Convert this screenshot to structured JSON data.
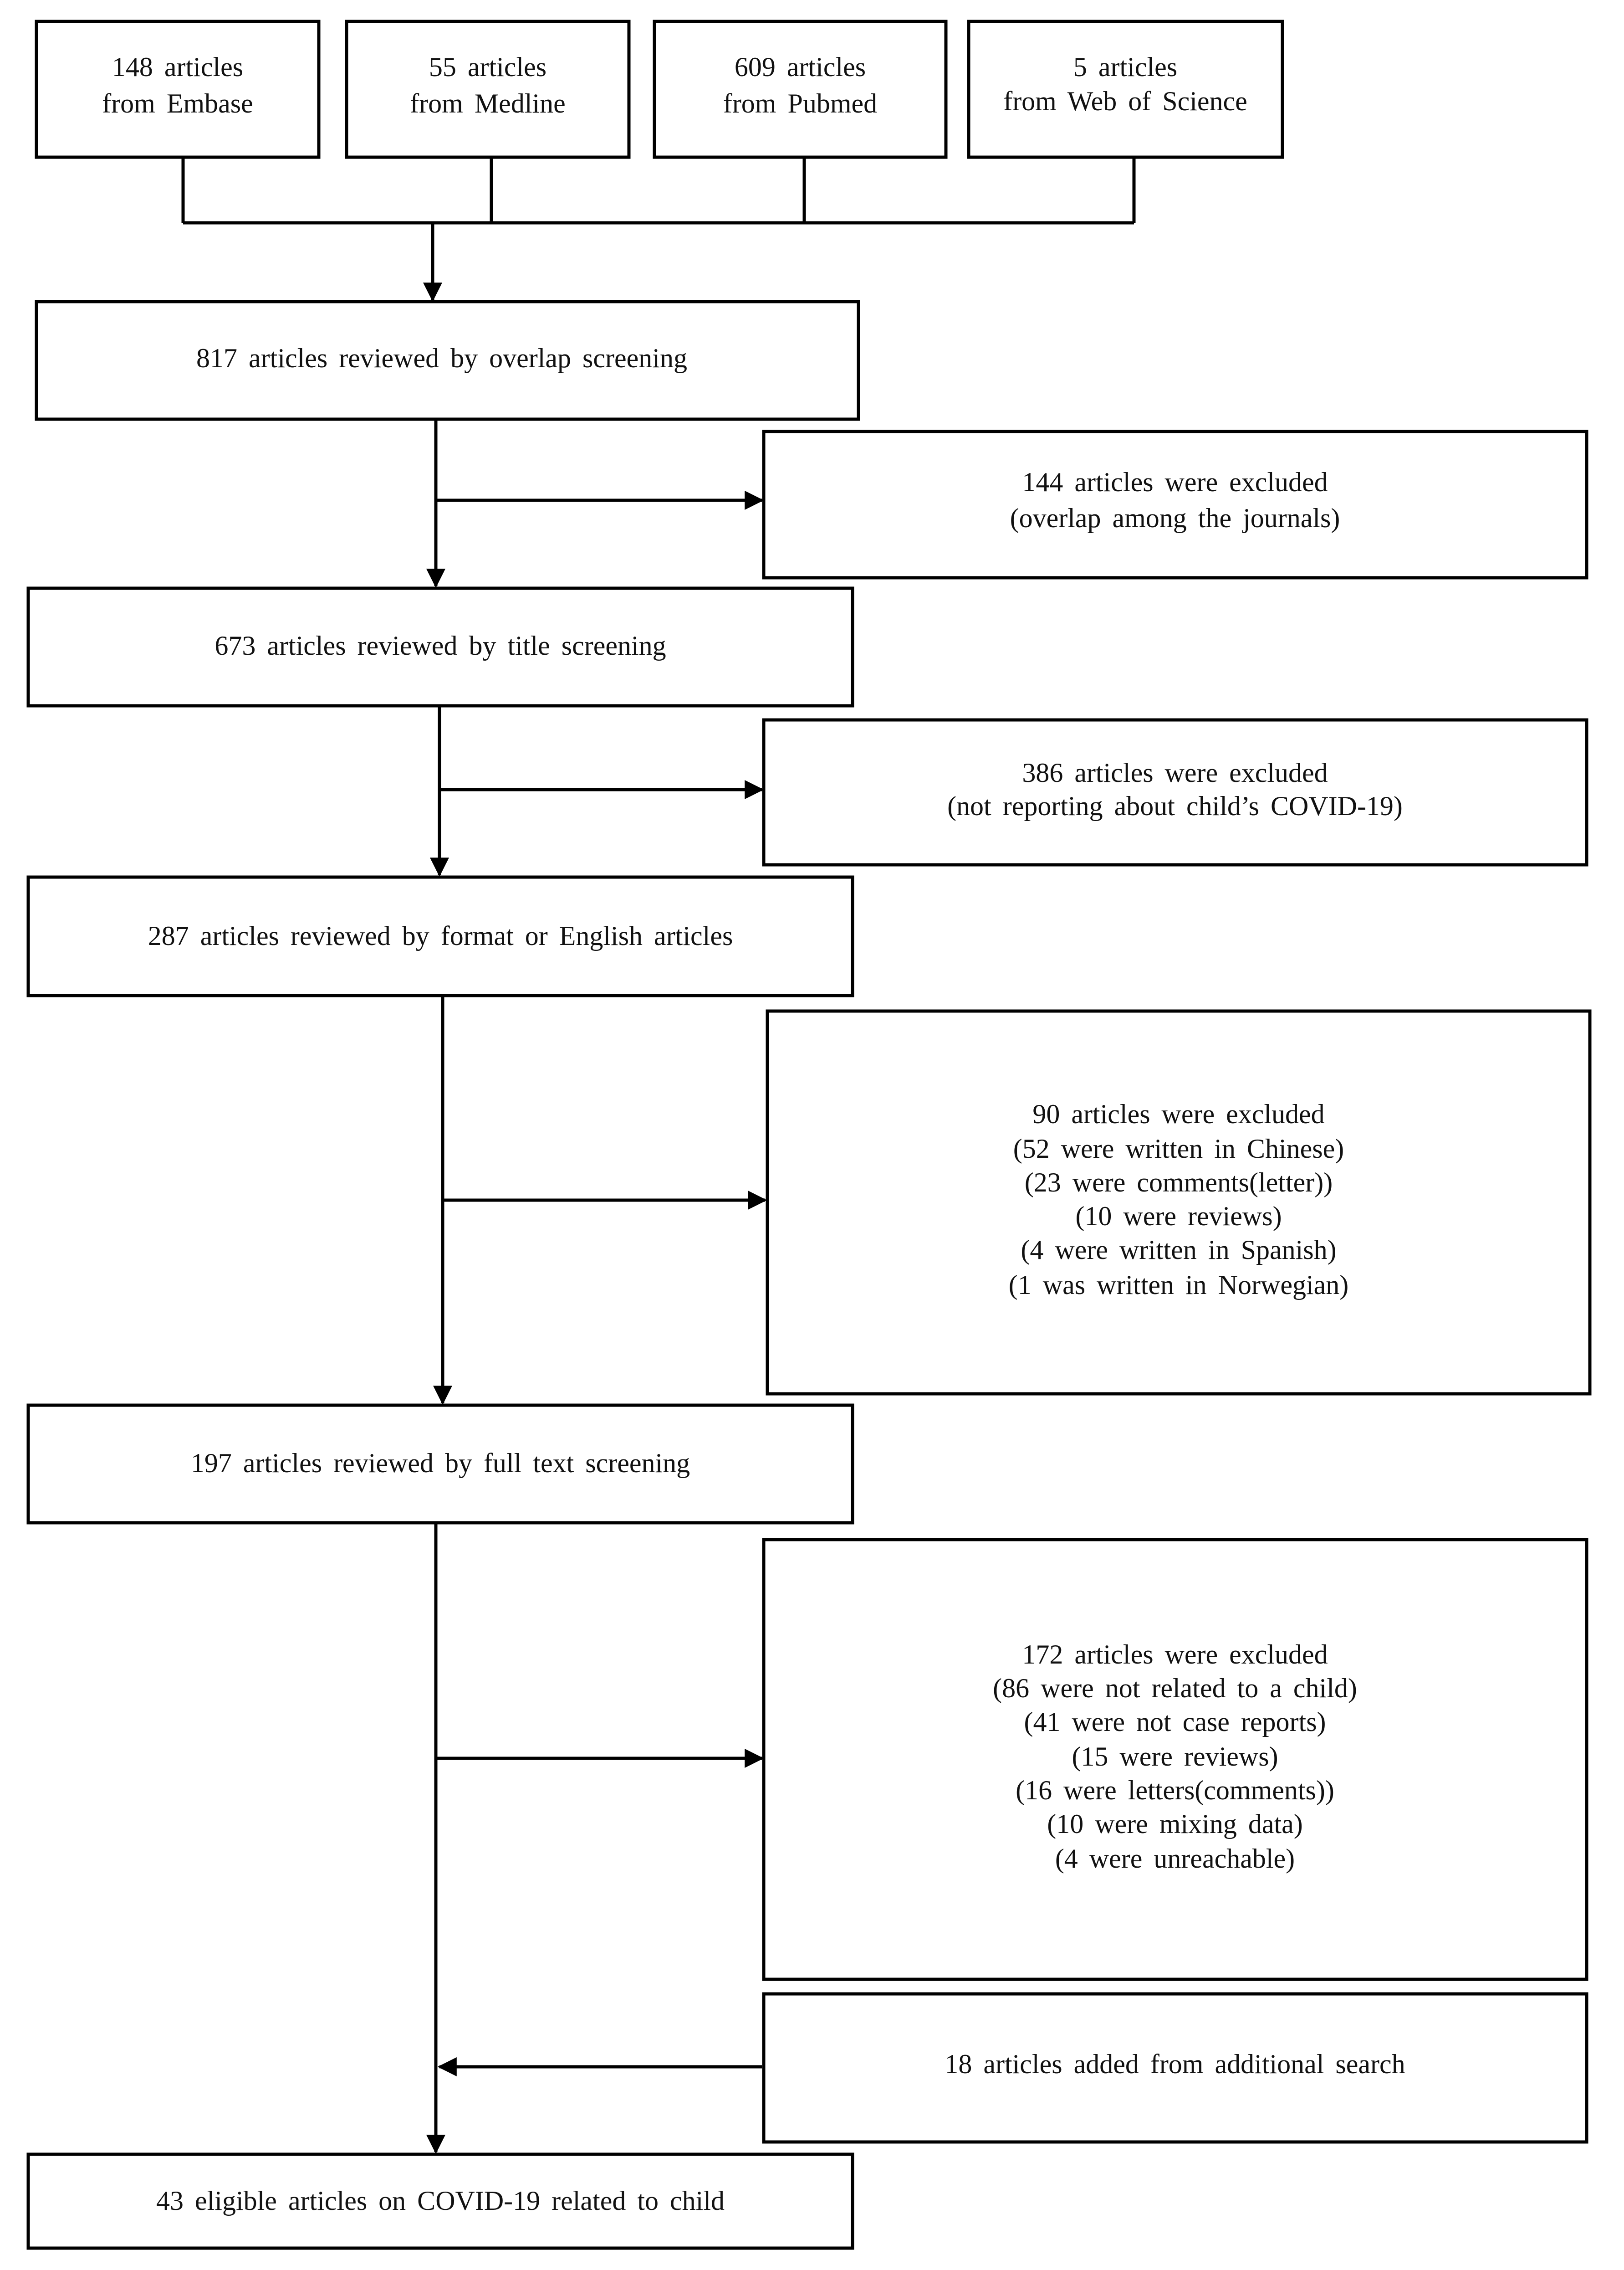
{
  "sources": [
    {
      "lines": [
        "148 articles",
        "from Embase"
      ]
    },
    {
      "lines": [
        "55 articles",
        "from Medline"
      ]
    },
    {
      "lines": [
        "609 articles",
        "from Pubmed"
      ]
    },
    {
      "lines": [
        "5 articles",
        "from Web of Science"
      ]
    }
  ],
  "stages": [
    {
      "label": "817 articles reviewed by overlap screening"
    },
    {
      "label": "673 articles reviewed by title screening"
    },
    {
      "label": "287 articles reviewed by format or English articles"
    },
    {
      "label": "197 articles reviewed by full text screening"
    },
    {
      "label": "43 eligible articles on COVID-19 related to child"
    }
  ],
  "exclusions": [
    {
      "lines": [
        "144 articles were excluded",
        "(overlap among the journals)"
      ]
    },
    {
      "lines": [
        "386 articles were excluded",
        "(not reporting about child’s COVID-19)"
      ]
    },
    {
      "lines": [
        "90 articles were excluded",
        "(52 were written in Chinese)",
        "(23 were comments(letter))",
        "(10 were reviews)",
        "(4 were written in Spanish)",
        "(1 was written in Norwegian)"
      ]
    },
    {
      "lines": [
        "172 articles were excluded",
        "(86 were not related to a child)",
        "(41 were not case reports)",
        "(15 were reviews)",
        "(16 were letters(comments))",
        "(10 were mixing data)",
        "(4 were unreachable)"
      ]
    }
  ],
  "addition": {
    "label": "18 articles added from additional search"
  }
}
